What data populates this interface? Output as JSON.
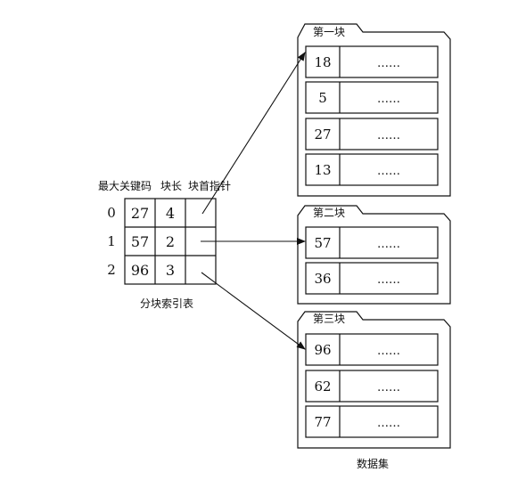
{
  "index_table": {
    "headers": [
      "最大关键码",
      "块长",
      "块首指针"
    ],
    "rows": [
      {
        "row_num": "0",
        "max_key": "27",
        "length": "4",
        "target_block": 0
      },
      {
        "row_num": "1",
        "max_key": "57",
        "length": "2",
        "target_block": 1
      },
      {
        "row_num": "2",
        "max_key": "96",
        "length": "3",
        "target_block": 2
      }
    ],
    "caption": "分块索引表"
  },
  "blocks": [
    {
      "title": "第一块",
      "records": [
        {
          "key": "18",
          "data": "……"
        },
        {
          "key": "5",
          "data": "……"
        },
        {
          "key": "27",
          "data": "……"
        },
        {
          "key": "13",
          "data": "……"
        }
      ]
    },
    {
      "title": "第二块",
      "records": [
        {
          "key": "57",
          "data": "……"
        },
        {
          "key": "36",
          "data": "……"
        }
      ]
    },
    {
      "title": "第三块",
      "records": [
        {
          "key": "96",
          "data": "……"
        },
        {
          "key": "62",
          "data": "……"
        },
        {
          "key": "77",
          "data": "……"
        }
      ]
    }
  ],
  "dataset_label": "数据集"
}
